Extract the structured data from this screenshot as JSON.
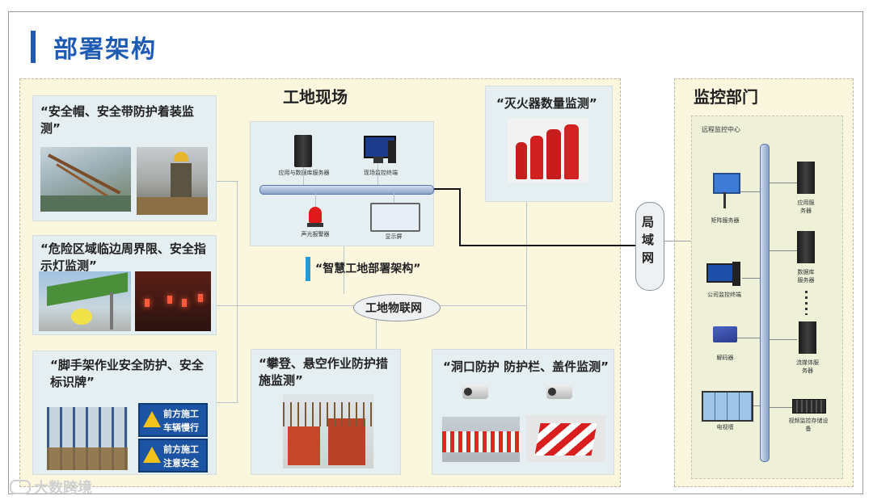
{
  "page": {
    "title": "部署架构"
  },
  "site": {
    "title": "工地现场",
    "arch_label": "“智慧工地部署架构”",
    "iot_label": "工地物联网",
    "devices": {
      "app_db_server": "应用与数据库服务器",
      "video_terminal": "现场监控终端",
      "alarm": "声光报警器",
      "display": "显示屏"
    },
    "cards": {
      "helmet": "“安全帽、安全带防护着装监测”",
      "danger": "“危险区域临边周界限、安全指示灯监测”",
      "scaffold": "“脚手架作业安全防护、安全标识牌”",
      "climb": "“攀登、悬空作业防护措施监测”",
      "hole": "“洞口防护 防护栏、盖件监测”",
      "extinguisher": "“灭火器数量监测”"
    },
    "signs": {
      "sign1_line1": "前方施工",
      "sign1_line2": "车辆慢行",
      "sign2_line1": "前方施工",
      "sign2_line2": "注意安全"
    }
  },
  "lan": {
    "label": "局\n域\n网"
  },
  "monitor": {
    "title": "监控部门",
    "center_label": "远程监控中心",
    "left_devices": [
      "矩阵服务器",
      "公司监控终端",
      "解码器",
      "电视墙"
    ],
    "right_devices": [
      "应用服务器",
      "数据库服务器",
      "流媒体服务器",
      "视频监控存储设备"
    ]
  },
  "watermark": "大数跨境",
  "colors": {
    "accent": "#1f5bb5",
    "zone_bg": "#fbf7df",
    "card_bg": "#e5eef0"
  }
}
